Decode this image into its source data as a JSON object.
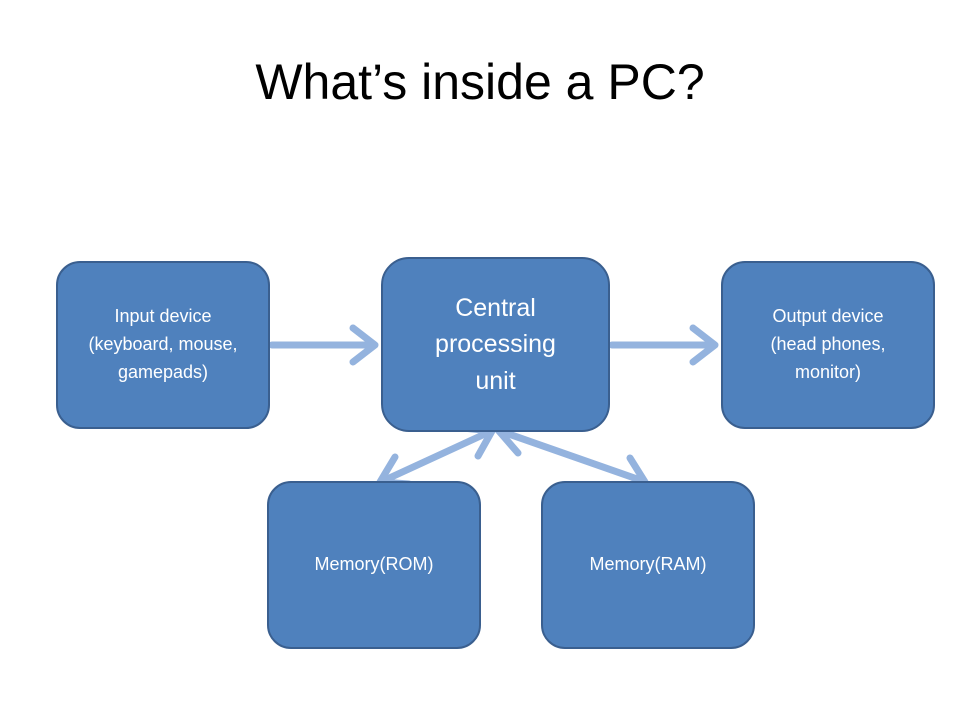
{
  "slide": {
    "title": "What’s inside a PC?"
  },
  "colors": {
    "box_fill": "#4f81bd",
    "box_border": "#3a5f8f",
    "arrow": "#94b3de",
    "text_on_box": "#ffffff",
    "title_text": "#000000"
  },
  "nodes": {
    "input": {
      "label": "Input device\n(keyboard, mouse,\ngamepads)"
    },
    "cpu": {
      "label": "Central\nprocessing\nunit"
    },
    "output": {
      "label": "Output device\n(head phones,\nmonitor)"
    },
    "rom": {
      "label": "Memory(ROM)"
    },
    "ram": {
      "label": "Memory(RAM)"
    }
  },
  "edges": [
    {
      "from": "input",
      "to": "cpu",
      "direction": "forward"
    },
    {
      "from": "cpu",
      "to": "output",
      "direction": "forward"
    },
    {
      "from": "cpu",
      "to": "rom",
      "direction": "both"
    },
    {
      "from": "cpu",
      "to": "ram",
      "direction": "both"
    }
  ]
}
